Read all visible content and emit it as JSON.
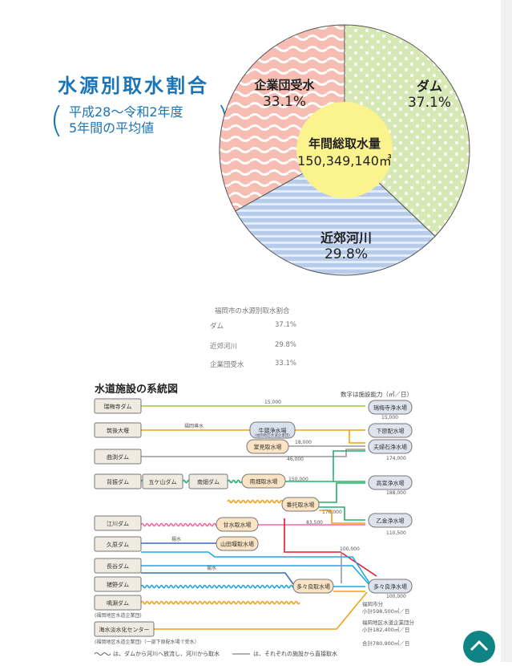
{
  "heading": {
    "title": "水源別取水割合",
    "period_line1": "平成28～令和2年度",
    "period_line2": "5年間の平均値",
    "paren_open": "(",
    "paren_close": ")"
  },
  "chart_data": {
    "type": "pie",
    "title": "水源別取水割合",
    "center_label": "年間総取水量",
    "center_value": "150,349,140㎥",
    "slices": [
      {
        "label": "ダム",
        "value": 37.1,
        "display": "37.1%",
        "color": "#d6e8b4",
        "pattern": "dots"
      },
      {
        "label": "近郊河川",
        "value": 29.8,
        "display": "29.8%",
        "color": "#b8cbe8",
        "pattern": "stripes"
      },
      {
        "label": "企業団受水",
        "value": 33.1,
        "display": "33.1%",
        "color": "#f6bdb2",
        "pattern": "waves"
      }
    ],
    "center_color": "#fbf38e"
  },
  "alt_table": {
    "caption": "福岡市の水源別取水割合",
    "rows": [
      {
        "label": "ダム",
        "value": "37.1%"
      },
      {
        "label": "近郊河川",
        "value": "29.8%"
      },
      {
        "label": "企業団受水",
        "value": "33.1%"
      }
    ]
  },
  "system": {
    "title": "水道施設の系統図",
    "unit_note": "数字は施設能力（㎥／日）",
    "sources": [
      "瑞梅寺ダム",
      "筑後大堰",
      "曲渕ダム",
      "背振ダム",
      "五ケ山ダム",
      "南畑ダム",
      "江川ダム",
      "久原ダム",
      "長谷ダム",
      "猪野ダム",
      "鳴淵ダム",
      "海水淡水化センター"
    ],
    "source_note1": "(福岡地区水道企業団)",
    "source_note2": "(福岡地区水道企業団)（一部下原配水場で受水）",
    "intakes": [
      "牛頸浄水場",
      "(福岡地区水道企業団)",
      "室見取水場",
      "南畑取水場",
      "番托取水場",
      "甘水取水場",
      "山田堰取水場",
      "多々良取水場"
    ],
    "plants": [
      {
        "name": "瑞梅寺浄水場",
        "capacity": "15,000"
      },
      {
        "name": "下原配水場",
        "capacity": ""
      },
      {
        "name": "夫婦石浄水場",
        "capacity": "174,000"
      },
      {
        "name": "高宮浄水場",
        "capacity": "188,000"
      },
      {
        "name": "乙金浄水場",
        "capacity": "110,500"
      },
      {
        "name": "多々良浄水場",
        "capacity": "100,000"
      }
    ],
    "flow_labels": [
      "15,000",
      "福岡導水",
      "18,000",
      "46,000",
      "150,000",
      "176,000",
      "83,500",
      "揚水",
      "100,000",
      "揚水"
    ],
    "totals": [
      "福岡市分",
      "小計598,500㎥／日",
      "福岡地区水道企業団分",
      "小計182,400㎥／日",
      "合計780,900㎥／日"
    ],
    "legend_wave": "は、ダムから河川へ放流し、河川から取水",
    "legend_line": "は、それぞれの施設から直接取水"
  }
}
